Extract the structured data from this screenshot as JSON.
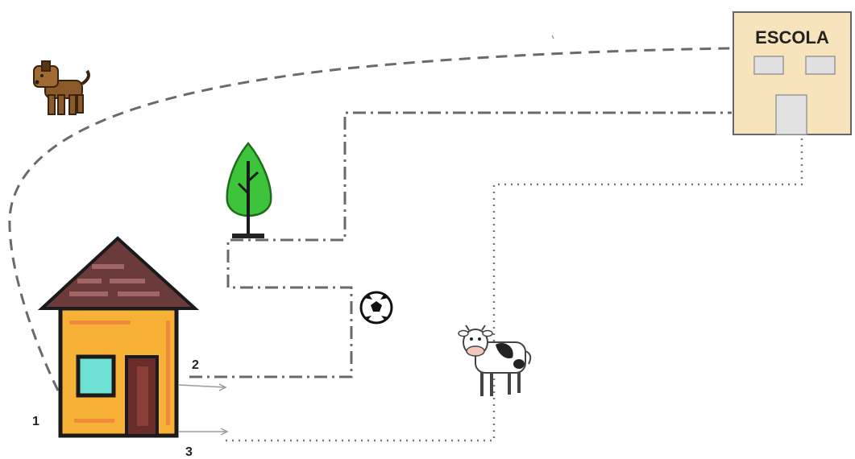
{
  "school": {
    "label": "ESCOLA"
  },
  "paths": [
    {
      "number": "1",
      "style": "dashed"
    },
    {
      "number": "2",
      "style": "dash-dot"
    },
    {
      "number": "3",
      "style": "dotted"
    }
  ],
  "icons": [
    "dog-icon",
    "tree-icon",
    "soccer-ball-icon",
    "cow-icon",
    "house-icon",
    "school-icon"
  ],
  "colors": {
    "school_wall": "#f8e4bc",
    "house_wall": "#f7b137",
    "roof": "#6b3a3a",
    "window": "#6fe0d4",
    "door": "#6a2e2a",
    "tree": "#3ec43a",
    "path": "#666666"
  }
}
